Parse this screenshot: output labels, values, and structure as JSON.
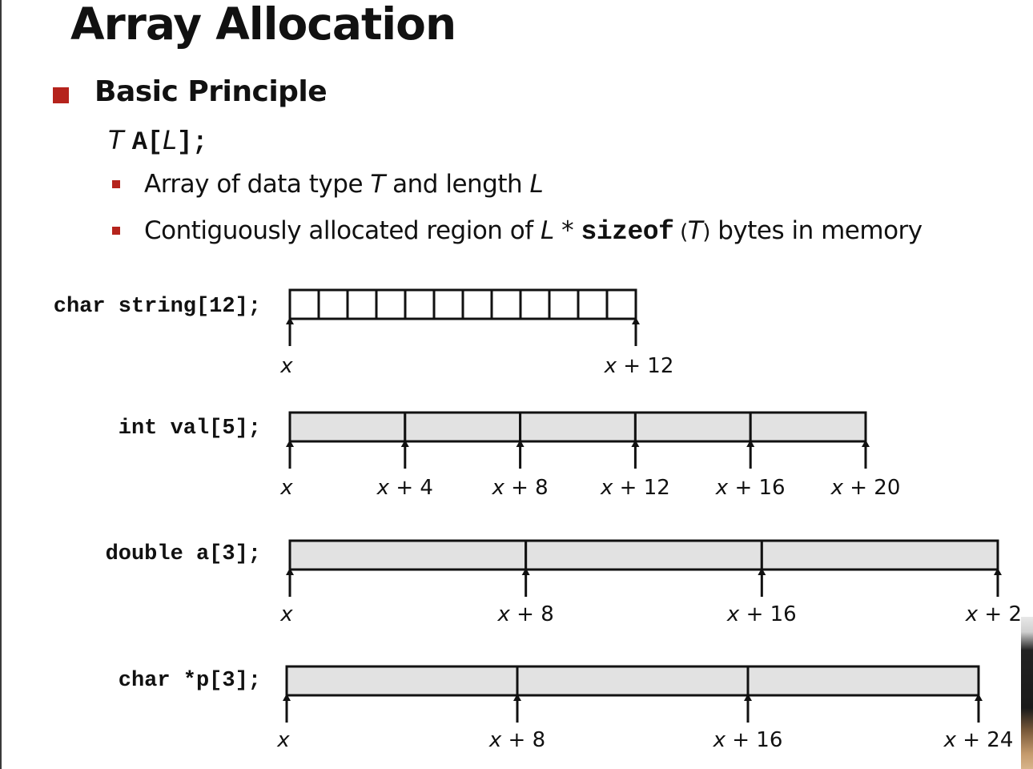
{
  "title": "Array Allocation",
  "heading": "Basic Principle",
  "declaration": {
    "type": "T",
    "name": "A",
    "length": "L",
    "suffix": ";"
  },
  "bullets": [
    {
      "text_a": "Array of data type ",
      "T": "T",
      "text_b": " and length ",
      "L": "L"
    },
    {
      "text_a": "Contiguously allocated region of ",
      "L": "L",
      "text_b": " * ",
      "code": "sizeof",
      "paren_open": "(",
      "T": "T",
      "paren_close": ")",
      "text_c": " bytes in memory"
    }
  ],
  "arrays": [
    {
      "label": "char string[12];",
      "element_size": 1,
      "count": 12,
      "total_bytes": 12,
      "shaded": false,
      "addresses": [
        "x",
        "x + 12"
      ]
    },
    {
      "label": "int val[5];",
      "element_size": 4,
      "count": 5,
      "total_bytes": 20,
      "shaded": true,
      "addresses": [
        "x",
        "x + 4",
        "x + 8",
        "x + 12",
        "x + 16",
        "x + 20"
      ]
    },
    {
      "label": "double a[3];",
      "element_size": 8,
      "count": 3,
      "total_bytes": 24,
      "shaded": true,
      "addresses": [
        "x",
        "x + 8",
        "x + 16",
        "x + 2"
      ]
    },
    {
      "label": "char *p[3];",
      "element_size": 8,
      "count": 3,
      "total_bytes": 24,
      "shaded": true,
      "addresses": [
        "x",
        "x + 8",
        "x + 16",
        "x + 24"
      ]
    }
  ],
  "colors": {
    "bullet": "#b5231c",
    "cell_fill": "#e2e2e2",
    "outline": "#111111"
  }
}
